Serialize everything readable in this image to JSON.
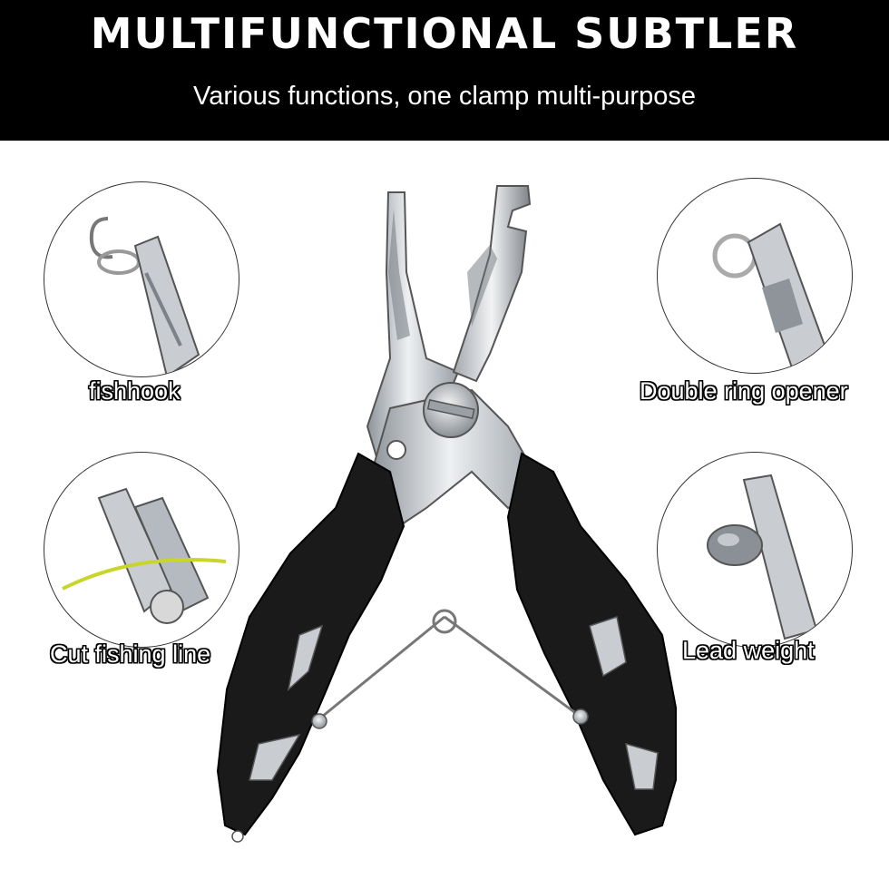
{
  "header": {
    "title": "MULTIFUNCTIONAL SUBTLER",
    "subtitle": "Various functions, one clamp multi-purpose"
  },
  "features": [
    {
      "label": "fishhook",
      "icon": "fishhook-detail-photo"
    },
    {
      "label": "Double ring opener",
      "icon": "split-ring-detail-photo"
    },
    {
      "label": "Cut fishing line",
      "icon": "line-cutter-detail-photo"
    },
    {
      "label": "Lead weight",
      "icon": "lead-weight-detail-photo"
    }
  ],
  "colors": {
    "banner": "#000000",
    "steel": "#c9ccd0",
    "handle": "#1a1a1a",
    "line": "#c8d62a"
  }
}
